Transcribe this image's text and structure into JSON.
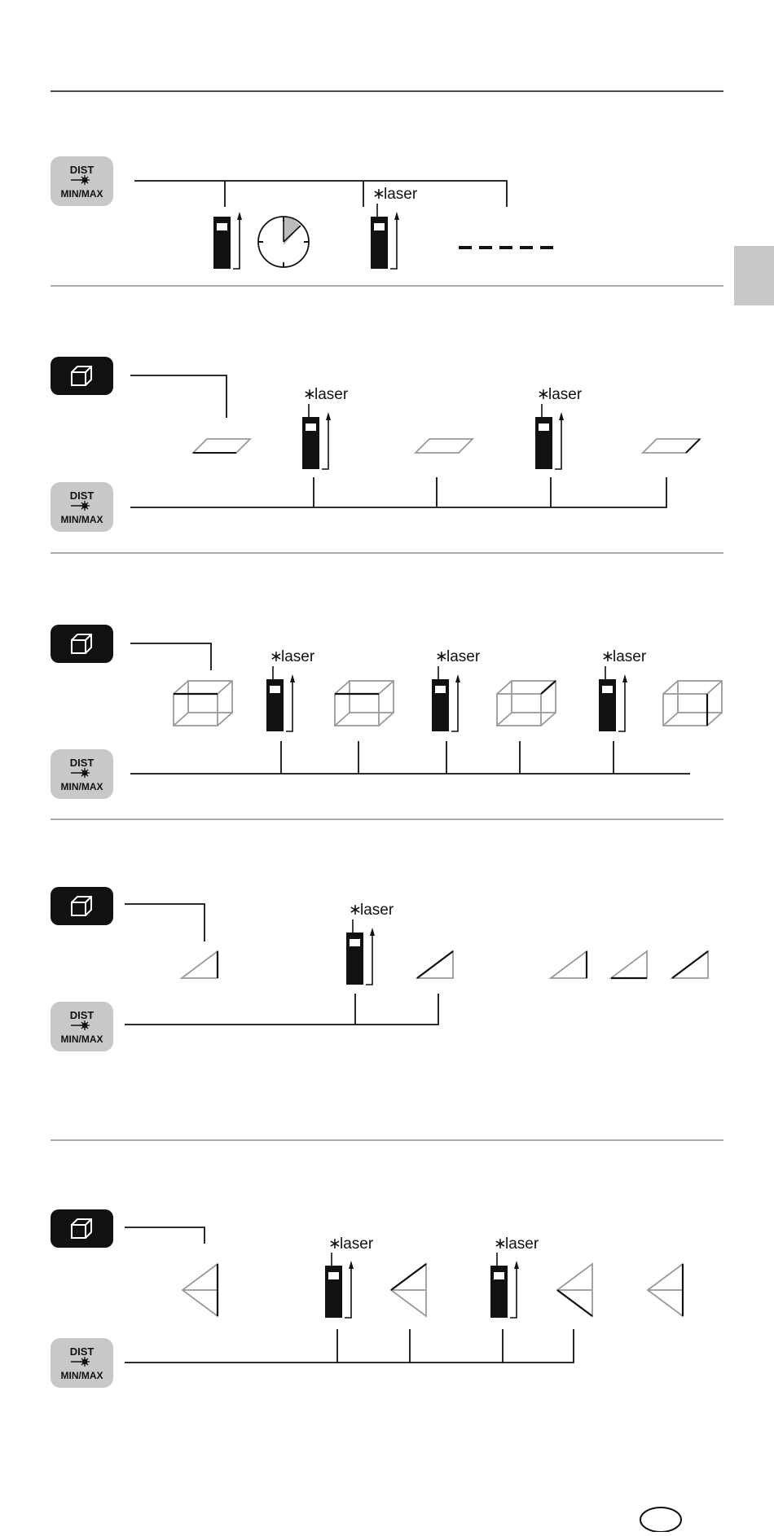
{
  "buttons": {
    "dist_top": "DIST",
    "dist_bottom": "MIN/MAX"
  },
  "laser_label": "laser",
  "colors": {
    "button_gray": "#c8c8c8",
    "button_black": "#111111",
    "side_tab": "#c8c8c8",
    "inactive_line": "#aaaaaa"
  },
  "icons": {
    "dist_button": "laser-burst-icon",
    "function_button": "cube-area-volume-icon",
    "device": "laser-distance-meter-icon",
    "timer": "clock-icon",
    "dashes": "dash-display-icon",
    "area": "parallelogram-icon",
    "volume": "cube-icon",
    "indirect_triangle": "right-triangle-icon",
    "indirect_double_triangle": "double-triangle-icon",
    "country_oval": "oval-icon"
  }
}
